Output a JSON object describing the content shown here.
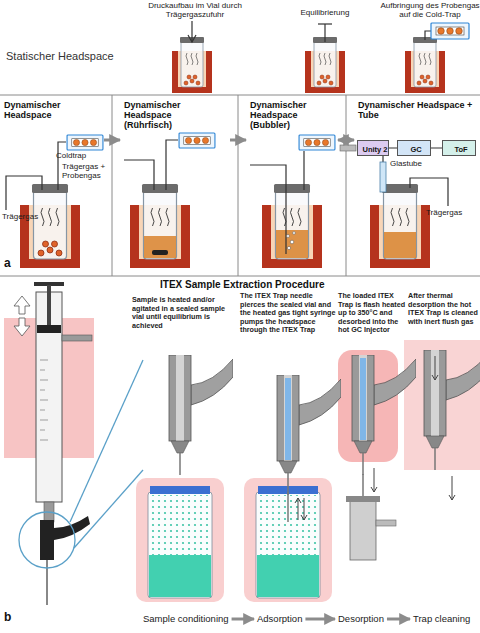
{
  "diagram": {
    "nodes": [
      {
        "text": [
          "Dynamischer Headspace"
        ]
      },
      {
        "text": [
          "Dynamischer Headspace (Rührfisch)"
        ]
      },
      {
        "text": [
          "Dynamischer Headspace (Bubbler)"
        ]
      },
      {
        "text": [
          "Dynamischer Headspace + Tube"
        ]
      },
      {
        "text": [
          "Unity 2"
        ],
        "in": 3
      },
      {
        "text": [
          "GC"
        ],
        "in": 3
      },
      {
        "text": [
          "ToF"
        ],
        "in": 3
      },
      {
        "text": [
          "Sample conditioning"
        ]
      },
      {
        "text": [
          "Adsorption"
        ]
      },
      {
        "text": [
          "Desorption"
        ]
      },
      {
        "text": [
          "Trap cleaning"
        ]
      }
    ],
    "edges": [
      {
        "from": 0,
        "to": 1,
        "arrow": "to"
      },
      {
        "from": 1,
        "to": 2,
        "arrow": "to"
      },
      {
        "from": 2,
        "to": 3,
        "arrow": "both"
      },
      {
        "from": 4,
        "to": 5,
        "arrow": "none"
      },
      {
        "from": 5,
        "to": 6,
        "arrow": "none"
      },
      {
        "from": 7,
        "to": 8,
        "arrow": "to"
      },
      {
        "from": 8,
        "to": 9,
        "arrow": "to"
      },
      {
        "from": 9,
        "to": 10,
        "arrow": "to"
      }
    ],
    "labels": [
      "Statischer Headspace",
      "Druckaufbau im Vial durch Trägergaszufuhr",
      "Equilibrierung",
      "Aufbringung des Probengas auf die Cold-Trap",
      "Coldtrap",
      "Trägergas",
      "Trägergas + Probengas",
      "Glastube",
      "Trägergas",
      "a",
      "ITEX Sample Extraction Procedure",
      "Sample is heated and/or agitated in a sealed sample vial until equilibrium is achieved",
      "The ITEX Trap needle pierces the sealed vial and the heated gas tight syringe pumps the headspace through the ITEX Trap",
      "The loaded ITEX Trap is flash heated up to 350°C and desorbed into the hot GC Injector",
      "After thermal desorption the hot ITEX Trap is cleaned with inert flush gas",
      "b"
    ]
  }
}
